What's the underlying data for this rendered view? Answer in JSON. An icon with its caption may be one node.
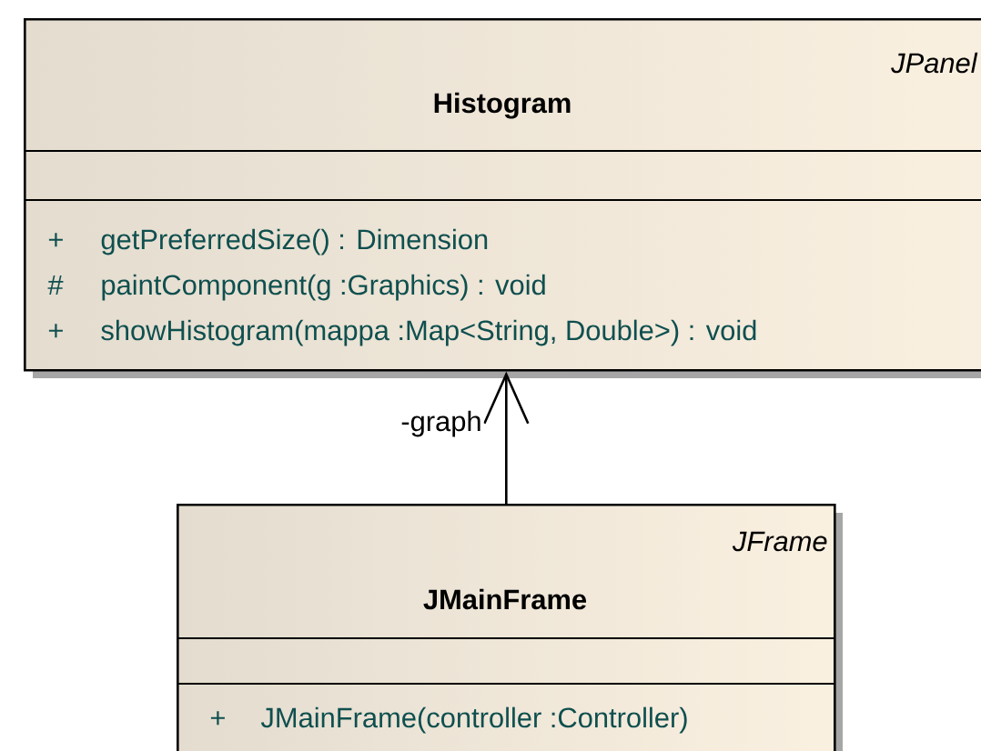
{
  "diagram": {
    "nodes": [
      {
        "text": [
          "JPanel",
          "Histogram",
          "+",
          "getPreferredSize() : Dimension",
          "#",
          "paintComponent(g :Graphics) : void",
          "+",
          "showHistogram(mappa :Map<String, Double>) : void"
        ]
      },
      {
        "text": [
          "JFrame",
          "JMainFrame",
          "+",
          "JMainFrame(controller :Controller)"
        ]
      }
    ],
    "edges": [
      {
        "from": 1,
        "to": 0,
        "arrow": "to",
        "label": "-graph"
      }
    ]
  }
}
